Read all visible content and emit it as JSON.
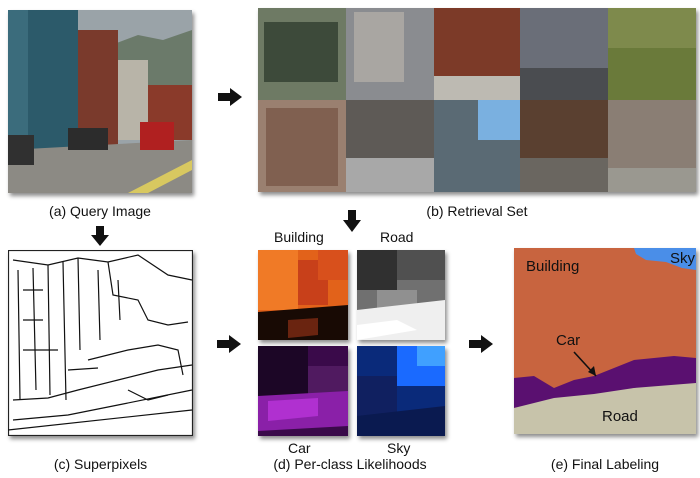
{
  "captions": {
    "query": "(a) Query Image",
    "retrieval": "(b) Retrieval Set",
    "superpixels": "(c) Superpixels",
    "likelihoods": "(d) Per-class Likelihoods",
    "final": "(e) Final Labeling"
  },
  "likelihood_labels": {
    "building": "Building",
    "road": "Road",
    "car": "Car",
    "sky": "Sky"
  },
  "final_labels": {
    "building": "Building",
    "sky": "Sky",
    "car": "Car",
    "road": "Road"
  },
  "colors": {
    "building": "#c8643f",
    "sky": "#4a8ee8",
    "car": "#5a1070",
    "road": "#c7c3aa"
  }
}
